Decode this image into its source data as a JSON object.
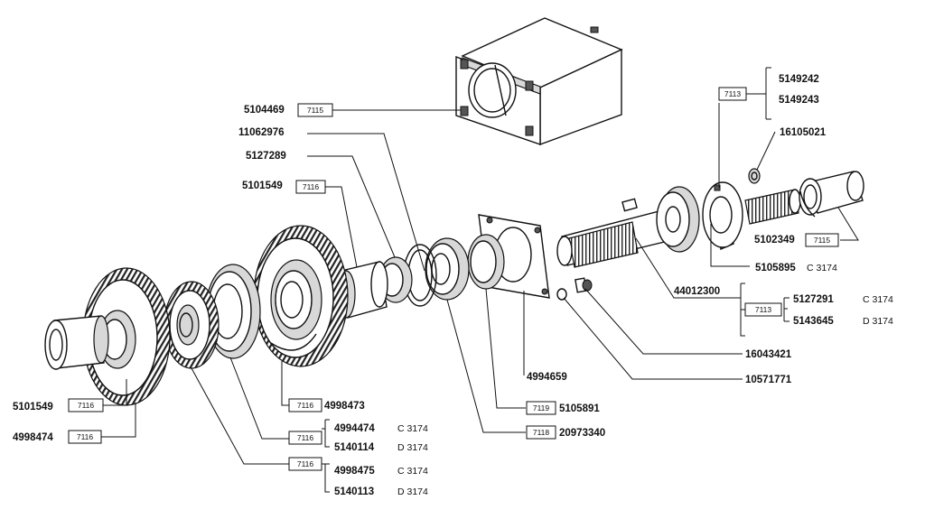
{
  "parts": {
    "housing": "5104469",
    "housing_ref": "7115",
    "ring_11062976": "11062976",
    "part_5127289": "5127289",
    "shaft_top": "5101549",
    "shaft_top_ref": "7116",
    "alt_5149242": "5149242",
    "alt_5149243": "5149243",
    "top_right_ref": "7113",
    "part_16105021": "16105021",
    "part_5102349": "5102349",
    "part_5102349_ref": "7115",
    "part_5105895": "5105895",
    "part_5105895_note": "C 3174",
    "part_44012300": "44012300",
    "part_5127291": "5127291",
    "part_5127291_note": "C 3174",
    "part_5143645": "5143645",
    "part_5143645_note": "D 3174",
    "mid_right_ref": "7113",
    "part_16043421": "16043421",
    "part_10571771": "10571771",
    "part_4994659": "4994659",
    "part_5105891": "5105891",
    "part_5105891_ref": "7119",
    "part_20973340": "20973340",
    "part_20973340_ref": "7118",
    "part_4998473": "4998473",
    "part_4998473_ref": "7116",
    "part_4994474": "4994474",
    "part_4994474_note": "C 3174",
    "part_5140114": "5140114",
    "part_5140114_note": "D 3174",
    "part_4994474_ref": "7116",
    "part_4998475": "4998475",
    "part_4998475_note": "C 3174",
    "part_5140113": "5140113",
    "part_5140113_note": "D 3174",
    "part_4998475_ref": "7116",
    "shaft_bottom": "5101549",
    "shaft_bottom_ref": "7116",
    "gear_4998474": "4998474",
    "gear_4998474_ref": "7116"
  }
}
